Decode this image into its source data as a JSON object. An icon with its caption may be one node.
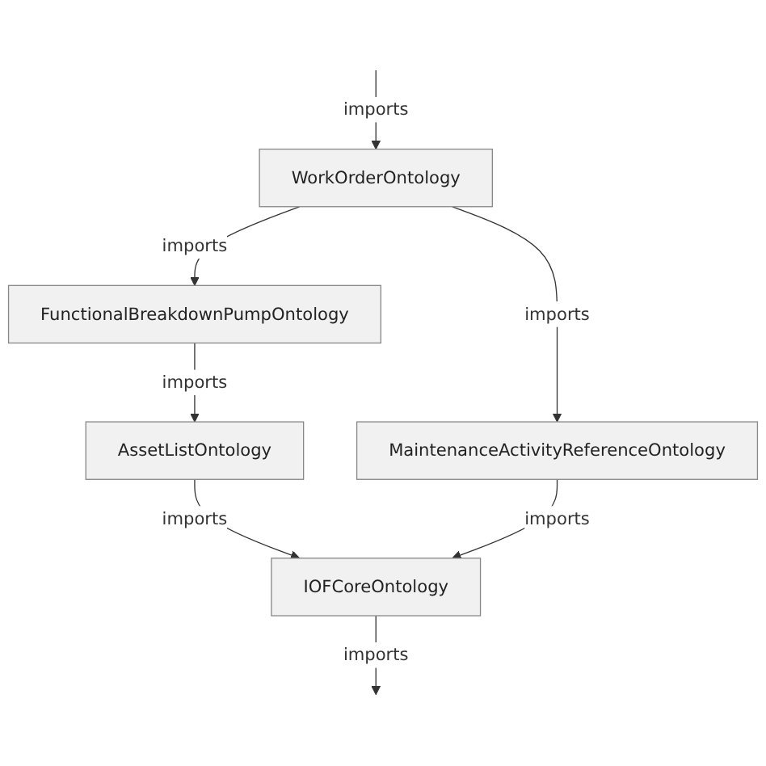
{
  "diagram": {
    "nodes": [
      {
        "text": [
          "WorkOrderOntology"
        ]
      },
      {
        "text": [
          "FunctionalBreakdownPumpOntology"
        ]
      },
      {
        "text": [
          "MaintenanceActivityReferenceOntology"
        ]
      },
      {
        "text": [
          "AssetListOntology"
        ]
      },
      {
        "text": [
          "IOFCoreOntology"
        ]
      }
    ],
    "edges": [
      {
        "from": null,
        "to": 0,
        "arrow": "to",
        "label": "imports"
      },
      {
        "from": 0,
        "to": 1,
        "arrow": "to",
        "label": "imports"
      },
      {
        "from": 0,
        "to": 2,
        "arrow": "to",
        "label": "imports"
      },
      {
        "from": 1,
        "to": 3,
        "arrow": "to",
        "label": "imports"
      },
      {
        "from": 3,
        "to": 4,
        "arrow": "to",
        "label": "imports"
      },
      {
        "from": 2,
        "to": 4,
        "arrow": "to",
        "label": "imports"
      },
      {
        "from": 4,
        "to": null,
        "arrow": "to",
        "label": "imports"
      }
    ]
  }
}
